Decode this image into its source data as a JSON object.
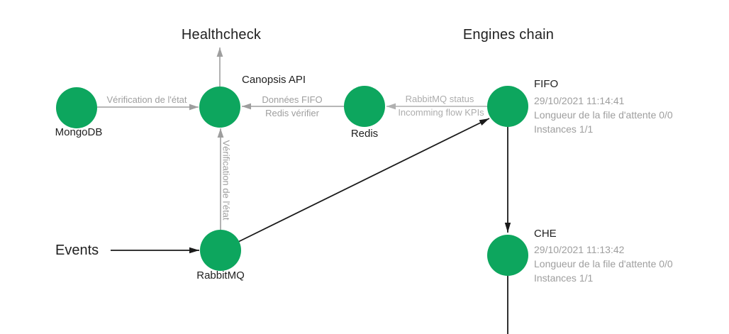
{
  "diagram": {
    "titles": {
      "healthcheck": "Healthcheck",
      "engines_chain": "Engines chain"
    },
    "events_label": "Events",
    "nodes": {
      "mongodb": {
        "label": "MongoDB"
      },
      "canopsis": {
        "label": "Canopsis API"
      },
      "redis": {
        "label": "Redis"
      },
      "rabbitmq": {
        "label": "RabbitMQ"
      },
      "fifo": {
        "label": "FIFO",
        "timestamp": "29/10/2021 11:14:41",
        "queue_length": "Longueur de la file d'attente 0/0",
        "instances": "Instances 1/1"
      },
      "che": {
        "label": "CHE",
        "timestamp": "29/10/2021 11:13:42",
        "queue_length": "Longueur de la file d'attente 0/0",
        "instances": "Instances 1/1"
      }
    },
    "edges": {
      "mongodb_to_canopsis_label": "Vérification de l'état",
      "rabbitmq_to_canopsis_label": "Vérification de l'état",
      "redis_to_canopsis_label_top": "Données FIFO",
      "redis_to_canopsis_label_bottom": "Redis vérifier",
      "fifo_to_redis_label_top": "RabbitMQ status",
      "fifo_to_redis_label_bottom": "Incomming flow KPIs"
    },
    "colors": {
      "node_green": "#0da65e",
      "edge_gray": "#9e9e9e",
      "edge_light_gray": "#b0b0b0",
      "edge_black": "#1a1a1a",
      "text_dark": "#212121",
      "text_gray": "#9e9e9e"
    }
  }
}
